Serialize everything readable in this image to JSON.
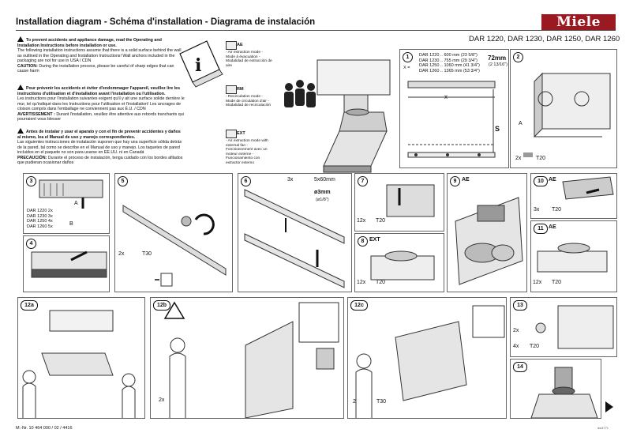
{
  "title": "Installation diagram  -  Schéma d'installation  -  Diagrama de instalación",
  "brand": "Miele",
  "models": "DAR 1220, DAR 1230, DAR 1250, DAR 1260",
  "warnings": {
    "en_heading": "To prevent accidents and appliance damage, read the Operating and Installation Instructions before installation or use.",
    "en_body": "The following installation instructions assume that there is a solid surface behind the wall as outlined in the Operating and Installation Instructions! Wall anchors included in the packaging are not for use in USA / CDN",
    "en_caution_label": "CAUTION:",
    "en_caution": "During the installation process, please be careful of sharp edges that can cause harm",
    "fr_heading": "Pour prévenir les accidents et éviter d'endommager l'appareil, veuillez lire les instructions d'utilisation et d'installation avant l'installation ou l'utilisation.",
    "fr_body": "Les instructions pour l'installation suivantes exigent qu'il y ait une surface solide derrière le mur, tel qu'indiqué dans les Instructions pour l'utilisation et l'installation! Les ancrages de cloison compris dans l'emballage ne conviennent pas aux É.U. / CDN",
    "fr_caution_label": "AVERTISSEMENT :",
    "fr_caution": "Durant l'installation, veuillez être attentive aux rebords tranchants qui pourraient vous blesser",
    "es_heading": "Antes de instalar y usar el aparato y con el fin de prevenir accidentes y daños al mismo, lea el Manual de uso y manejo correspondientes.",
    "es_body": "Las siguientes instrucciones de instalación suponen que hay una superficie sólida detrás de la pared, tal como se describe en el Manual de uso y manejo. Los taquetes de pared incluidos en el paquete no son para usarse en EE.UU. ni en Canadá",
    "es_caution_label": "PRECAUCIÓN:",
    "es_caution": "Durante el proceso de instalación, tenga cuidado con los bordes afilados que pudieran ocasionar daños"
  },
  "modes": [
    {
      "code": "AE",
      "text": "- Air extraction mode - Mode à évacuation - Modalidad de extracción de aire"
    },
    {
      "code": "RM",
      "text": "- Recirculation mode - Mode de circulation d'air - Modalidad de recirculación"
    },
    {
      "code": "EXT",
      "text": "- Air extraction mode with external fan - Fonctionnement avec un moteur externe - Funcionamiento con extractor externo"
    }
  ],
  "dimensions": {
    "rows": [
      "DAR 1220 .. 600 mm (23 5/8\")",
      "DAR 1230 .. 755 mm (29 3/4\")",
      "DAR 1250 .. 1060 mm (41 3/4\")",
      "DAR 1260 .. 1365 mm (53 3/4\")"
    ],
    "offset": "72mm",
    "offset_in": "(2 13/16\")",
    "x": "x",
    "x_label": "X =",
    "s": "S"
  },
  "step3_models": [
    "DAR 1220 2x",
    "DAR 1230 3x",
    "DAR 1250 4x",
    "DAR 1260 5x"
  ],
  "steps": {
    "s1": "1",
    "s2": "2",
    "s3": "3",
    "s4": "4",
    "s5": "5",
    "s6": "6",
    "s7": "7",
    "s8": "8",
    "s8_mode": "EXT",
    "s9": "9",
    "s9_mode": "AE",
    "s10": "10",
    "s10_mode": "AE",
    "s11": "11",
    "s11_mode": "AE",
    "s12a": "12a",
    "s12b": "12b",
    "s12c": "12c",
    "s13": "13",
    "s14": "14"
  },
  "labels": {
    "a": "A",
    "b": "B",
    "s2_screws": "2x",
    "s2_t20": "T20",
    "s5_screws": "2x",
    "s5_t30": "T30",
    "s6_screws": "3x",
    "s6_size": "5x60mm",
    "s6_drill": "ø3mm",
    "s6_drill_in": "(ø1/8\")",
    "s7_screws": "12x",
    "s7_t20": "T20",
    "s8_screws": "12x",
    "s8_t20": "T20",
    "s10_screws": "3x",
    "s10_t20": "T20",
    "s11_screws": "12x",
    "s11_t20": "T20",
    "s12b_count": "2x",
    "s12c_screws": "2x",
    "s12c_t30": "T30",
    "s13_count": "2x",
    "s13_screws": "4x",
    "s13_t20": "T20"
  },
  "footer": "M.-Nr. 10 464 000 / 02 / 4416",
  "footer_code": "dw3771"
}
